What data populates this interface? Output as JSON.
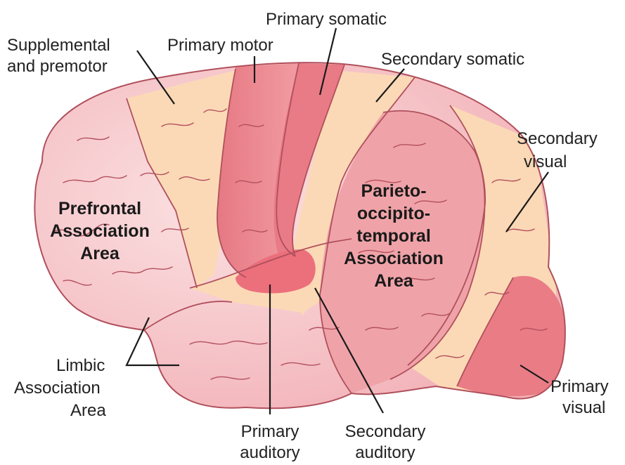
{
  "labels": {
    "supplemental": [
      "Supplemental",
      "and premotor"
    ],
    "primary_motor": "Primary motor",
    "primary_somatic": "Primary somatic",
    "secondary_somatic": "Secondary somatic",
    "secondary_visual": [
      "Secondary",
      "visual"
    ],
    "prefrontal": [
      "Prefrontal",
      "Association",
      "Area"
    ],
    "parieto": [
      "Parieto-",
      "occipito-",
      "temporal",
      "Association",
      "Area"
    ],
    "limbic": [
      "Limbic",
      "Association",
      "Area"
    ],
    "primary_auditory": [
      "Primary",
      "auditory"
    ],
    "secondary_auditory": [
      "Secondary",
      "auditory"
    ],
    "primary_visual": [
      "Primary",
      "visual"
    ]
  },
  "colors": {
    "association_pink": "#f4bcc0",
    "secondary_peach": "#fbd9b6",
    "primary_red": "#ec8a92",
    "parieto_red": "#efa3a8",
    "outline": "#b0505c",
    "text": "#222222"
  }
}
